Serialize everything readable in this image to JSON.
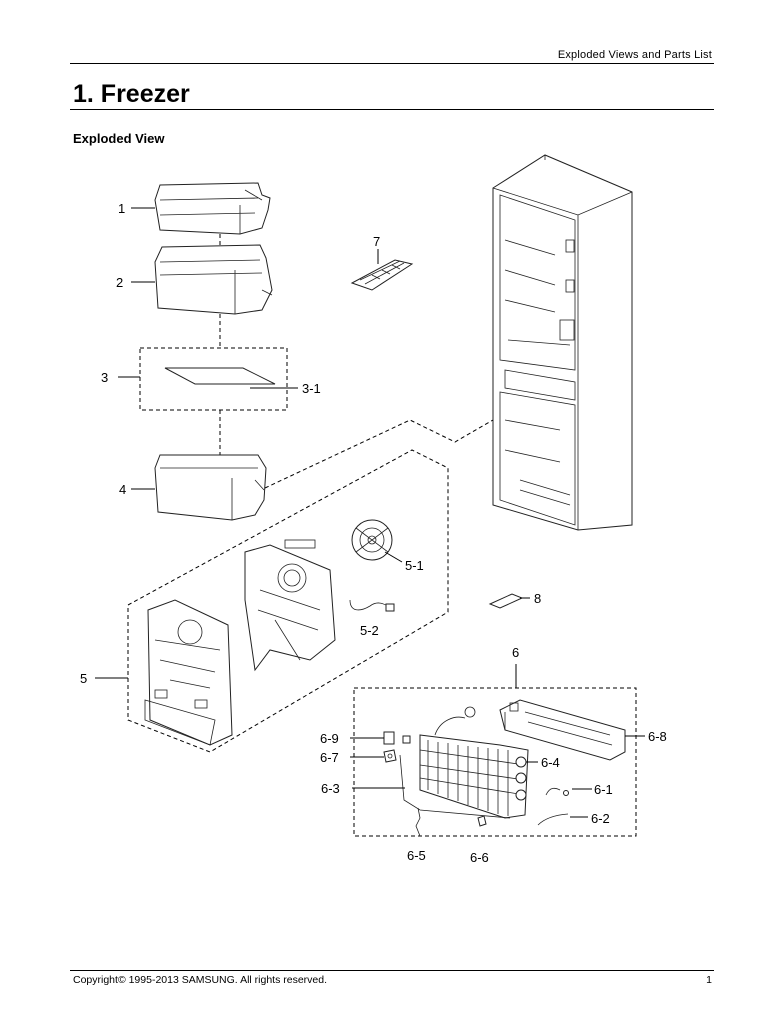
{
  "header": {
    "section": "Exploded Views and Parts List"
  },
  "title": "1.  Freezer",
  "subtitle": "Exploded View",
  "callouts": {
    "p1": "1",
    "p2": "2",
    "p3": "3",
    "p3_1": "3-1",
    "p4": "4",
    "p5": "5",
    "p5_1": "5-1",
    "p5_2": "5-2",
    "p6": "6",
    "p6_1": "6-1",
    "p6_2": "6-2",
    "p6_3": "6-3",
    "p6_4": "6-4",
    "p6_5": "6-5",
    "p6_6": "6-6",
    "p6_7": "6-7",
    "p6_8": "6-8",
    "p6_9": "6-9",
    "p7": "7",
    "p8": "8"
  },
  "footer": {
    "copyright": "Copyright© 1995-2013 SAMSUNG. All rights reserved.",
    "page": "1"
  }
}
